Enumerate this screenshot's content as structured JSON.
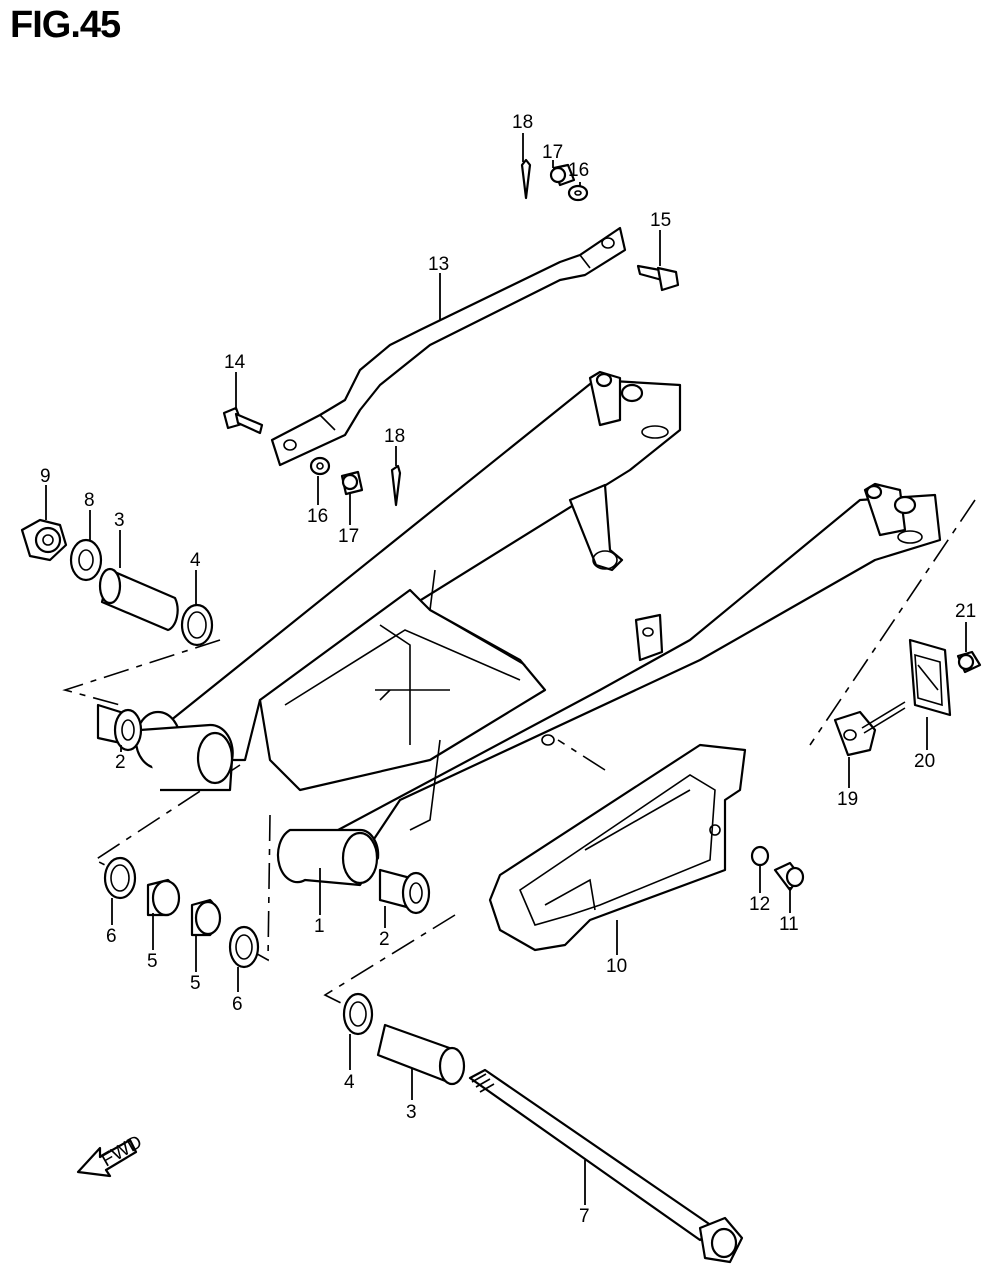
{
  "figure": {
    "title": "FIG.45",
    "direction_label": "FWD"
  },
  "callouts": [
    {
      "id": "c18a",
      "label": "18"
    },
    {
      "id": "c17a",
      "label": "17"
    },
    {
      "id": "c16a",
      "label": "16"
    },
    {
      "id": "c15",
      "label": "15"
    },
    {
      "id": "c13",
      "label": "13"
    },
    {
      "id": "c14",
      "label": "14"
    },
    {
      "id": "c18b",
      "label": "18"
    },
    {
      "id": "c16b",
      "label": "16"
    },
    {
      "id": "c17b",
      "label": "17"
    },
    {
      "id": "c9",
      "label": "9"
    },
    {
      "id": "c8",
      "label": "8"
    },
    {
      "id": "c3a",
      "label": "3"
    },
    {
      "id": "c4a",
      "label": "4"
    },
    {
      "id": "c2a",
      "label": "2"
    },
    {
      "id": "c21",
      "label": "21"
    },
    {
      "id": "c20",
      "label": "20"
    },
    {
      "id": "c19",
      "label": "19"
    },
    {
      "id": "c12",
      "label": "12"
    },
    {
      "id": "c11",
      "label": "11"
    },
    {
      "id": "c10",
      "label": "10"
    },
    {
      "id": "c1",
      "label": "1"
    },
    {
      "id": "c2b",
      "label": "2"
    },
    {
      "id": "c6a",
      "label": "6"
    },
    {
      "id": "c5a",
      "label": "5"
    },
    {
      "id": "c5b",
      "label": "5"
    },
    {
      "id": "c6b",
      "label": "6"
    },
    {
      "id": "c4b",
      "label": "4"
    },
    {
      "id": "c3b",
      "label": "3"
    },
    {
      "id": "c7",
      "label": "7"
    }
  ]
}
